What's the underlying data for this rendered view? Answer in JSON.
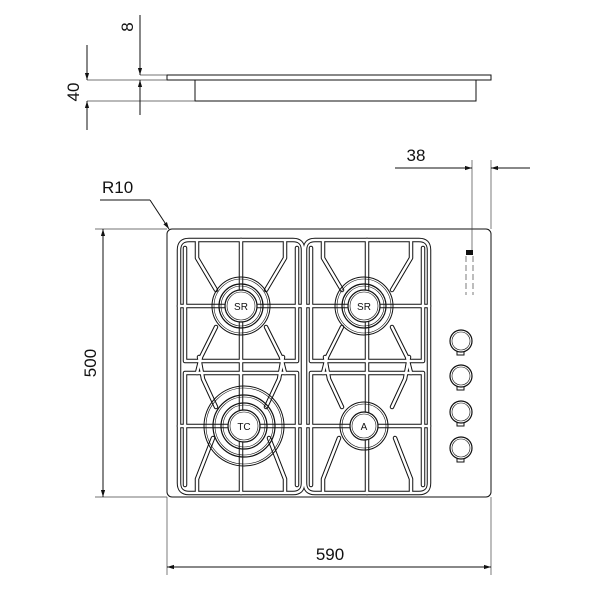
{
  "dimensions": {
    "depth_total": "40",
    "plate_thickness": "8",
    "corner_radius": "R10",
    "control_offset": "38",
    "height": "500",
    "width": "590"
  },
  "burners": [
    {
      "label": "SR"
    },
    {
      "label": "SR"
    },
    {
      "label": "TC"
    },
    {
      "label": "A"
    }
  ],
  "knob_count": 4,
  "colors": {
    "line": "#111111",
    "background": "#ffffff"
  }
}
